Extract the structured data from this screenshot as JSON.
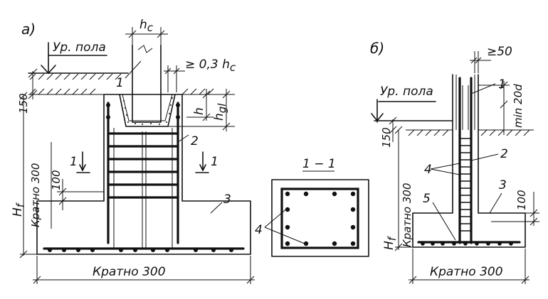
{
  "panel_a": {
    "tag": "а)",
    "floor_label": "Ур. пола",
    "dim_hc": "h",
    "dim_hc_sub": "c",
    "dim_gap": "≥ 0,3 h",
    "dim_gap_sub": "c",
    "dim_150": "150",
    "dim_h": "h",
    "dim_hgl": "h",
    "dim_hgl_sub": "gl",
    "dim_Hf": "H",
    "dim_Hf_sub": "f",
    "dim_krat_v": "Кратно 300",
    "dim_100": "100",
    "dim_krat_h": "Кратно 300",
    "callout_1": "1",
    "callout_2": "2",
    "callout_3": "3",
    "section_mark_left": "1",
    "section_mark_right": "1"
  },
  "section": {
    "title": "1 − 1",
    "callout_4": "4"
  },
  "panel_b": {
    "tag": "б)",
    "floor_label": "Ур. пола",
    "dim_50": "≥50",
    "dim_20d": "min 20d",
    "dim_150": "150",
    "dim_Hf": "H",
    "dim_Hf_sub": "f",
    "dim_krat_v": "Кратно 300",
    "dim_100": "100",
    "dim_krat_h": "Кратно 300",
    "callout_1": "1",
    "callout_2": "2",
    "callout_3": "3",
    "callout_4": "4",
    "callout_5": "5"
  }
}
